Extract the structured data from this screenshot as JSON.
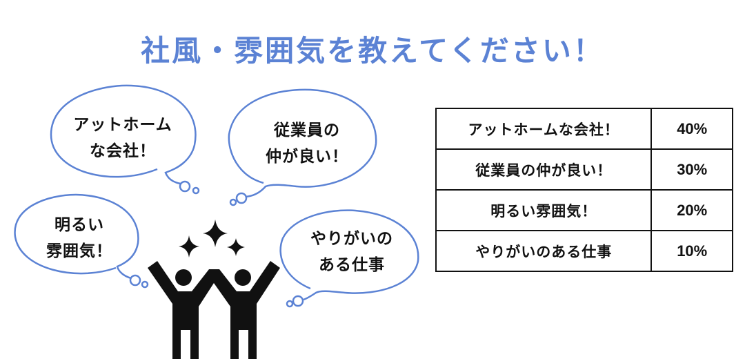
{
  "title": "社風・雰囲気を教えてください！",
  "bubbles": [
    {
      "line1": "アットホーム",
      "line2": "な会社！"
    },
    {
      "line1": "従業員の",
      "line2": "仲が良い！"
    },
    {
      "line1": "明るい",
      "line2": "雰囲気！"
    },
    {
      "line1": "やりがいの",
      "line2": "ある仕事"
    }
  ],
  "table": {
    "rows": [
      {
        "label": "アットホームな会社！",
        "value": "40%"
      },
      {
        "label": "従業員の仲が良い！",
        "value": "30%"
      },
      {
        "label": "明るい雰囲気！",
        "value": "20%"
      },
      {
        "label": "やりがいのある仕事",
        "value": "10%"
      }
    ]
  },
  "colors": {
    "accent": "#5b82d4",
    "ink": "#111111"
  },
  "icons": [
    "sparkle-icon",
    "people-cheering-icon",
    "speech-bubble-icon"
  ]
}
